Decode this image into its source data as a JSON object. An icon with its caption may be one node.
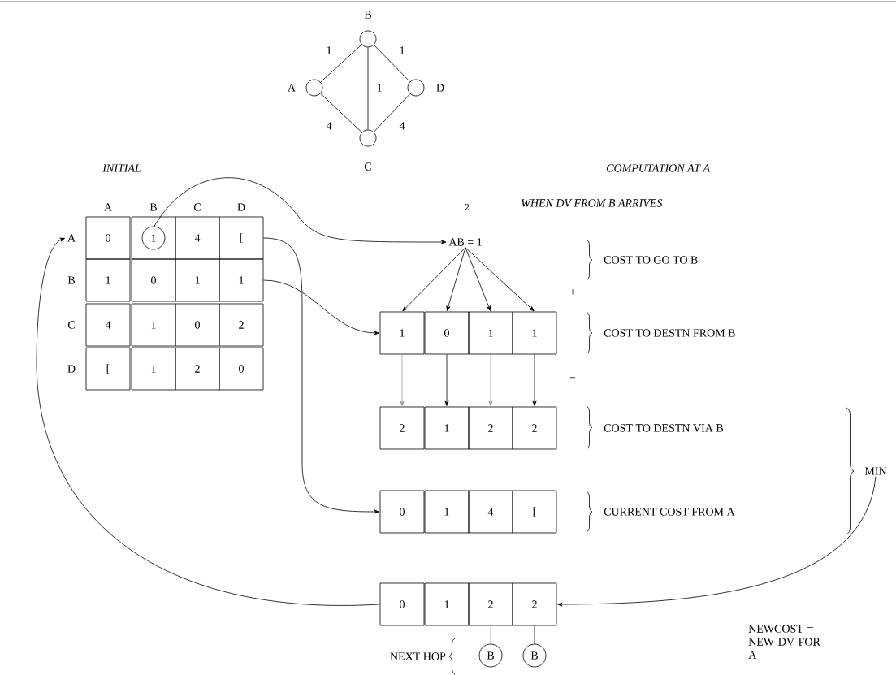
{
  "diagram": {
    "nodes": [
      {
        "text": [],
        "shape": "circle",
        "beside": [
          "A"
        ]
      },
      {
        "text": [],
        "shape": "circle",
        "beside": [
          "B"
        ]
      },
      {
        "text": [],
        "shape": "circle",
        "beside": [
          "C"
        ]
      },
      {
        "text": [],
        "shape": "circle",
        "beside": [
          "D"
        ]
      },
      {
        "text": [
          "0"
        ]
      },
      {
        "text": [
          "1"
        ]
      },
      {
        "text": [
          "4"
        ]
      },
      {
        "text": [
          "["
        ]
      },
      {
        "text": [
          "1"
        ]
      },
      {
        "text": [
          "0"
        ]
      },
      {
        "text": [
          "1"
        ]
      },
      {
        "text": [
          "1"
        ]
      },
      {
        "text": [
          "4"
        ]
      },
      {
        "text": [
          "1"
        ]
      },
      {
        "text": [
          "0"
        ]
      },
      {
        "text": [
          "2"
        ]
      },
      {
        "text": [
          "["
        ]
      },
      {
        "text": [
          "1"
        ]
      },
      {
        "text": [
          "2"
        ]
      },
      {
        "text": [
          "0"
        ]
      },
      {
        "text": [
          "A"
        ]
      },
      {
        "text": [
          "AB = 1"
        ]
      },
      {
        "text": [
          "1"
        ]
      },
      {
        "text": [
          "0"
        ]
      },
      {
        "text": [
          "1"
        ]
      },
      {
        "text": [
          "1"
        ]
      },
      {
        "text": [
          "2"
        ]
      },
      {
        "text": [
          "1"
        ]
      },
      {
        "text": [
          "2"
        ]
      },
      {
        "text": [
          "2"
        ]
      },
      {
        "text": [
          "0"
        ]
      },
      {
        "text": [
          "1"
        ]
      },
      {
        "text": [
          "4"
        ]
      },
      {
        "text": [
          "["
        ]
      },
      {
        "text": [
          "0"
        ]
      },
      {
        "text": [
          "1"
        ]
      },
      {
        "text": [
          "2"
        ]
      },
      {
        "text": [
          "2"
        ]
      },
      {
        "text": [
          "MIN"
        ]
      },
      {
        "text": [
          "B"
        ]
      },
      {
        "text": [
          "B"
        ]
      }
    ],
    "edges": [
      {
        "from": 0,
        "to": 1,
        "arrow": "none",
        "label": "1"
      },
      {
        "from": 1,
        "to": 3,
        "arrow": "none",
        "label": "1"
      },
      {
        "from": 1,
        "to": 2,
        "arrow": "none",
        "label": "1"
      },
      {
        "from": 0,
        "to": 2,
        "arrow": "none",
        "label": "4"
      },
      {
        "from": 2,
        "to": 3,
        "arrow": "none",
        "label": "4"
      },
      {
        "from": 5,
        "to": 21,
        "arrow": "to"
      },
      {
        "from": 7,
        "to": 30,
        "arrow": "to"
      },
      {
        "from": 11,
        "to": 22,
        "arrow": "to"
      },
      {
        "from": 21,
        "to": 22,
        "arrow": "to"
      },
      {
        "from": 21,
        "to": 23,
        "arrow": "to"
      },
      {
        "from": 21,
        "to": 24,
        "arrow": "to"
      },
      {
        "from": 21,
        "to": 25,
        "arrow": "to"
      },
      {
        "from": 22,
        "to": 26,
        "arrow": "to",
        "color": "#999999"
      },
      {
        "from": 23,
        "to": 27,
        "arrow": "to"
      },
      {
        "from": 24,
        "to": 28,
        "arrow": "to",
        "color": "#999999"
      },
      {
        "from": 25,
        "to": 29,
        "arrow": "to"
      },
      {
        "from": 38,
        "to": 37,
        "arrow": "to"
      },
      {
        "from": 34,
        "to": 20,
        "arrow": "to"
      },
      {
        "from": 36,
        "to": 39,
        "arrow": "none",
        "color": "#999999"
      },
      {
        "from": 37,
        "to": 40,
        "arrow": "none"
      }
    ],
    "labels": [
      "INITIAL",
      "A",
      "B",
      "C",
      "D",
      "B",
      "C",
      "D",
      "COMPUTATION AT A",
      "WHEN DV FROM B ARRIVES",
      "2",
      "COST TO GO TO B",
      "+",
      "COST TO DESTN FROM B",
      "−",
      "COST TO DESTN VIA B",
      "CURRENT COST FROM A",
      "NEXT HOP",
      "NEWCOST = NEW DV FOR A"
    ]
  }
}
